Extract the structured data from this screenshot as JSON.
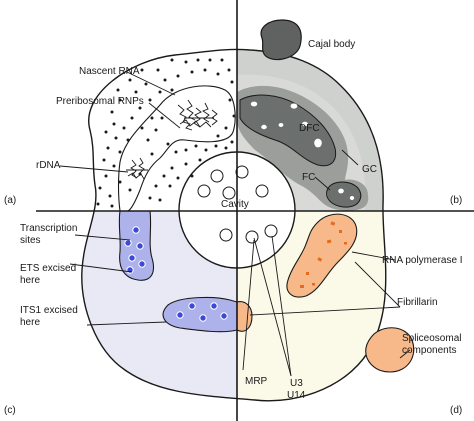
{
  "quadrants": {
    "a": "(a)",
    "b": "(b)",
    "c": "(c)",
    "d": "(d)"
  },
  "labels": {
    "cajal_body": "Cajal body",
    "nascent_rna": "Nascent RNA",
    "preribosomal_rnps": "Preribosomal RNPs",
    "rdna": "rDNA",
    "transcription_sites_1": "Transcription",
    "transcription_sites_2": "sites",
    "ets_excised_1": "ETS excised",
    "ets_excised_2": "here",
    "its1_excised_1": "ITS1 excised",
    "its1_excised_2": "here",
    "cavity": "Cavity",
    "dfc": "DFC",
    "fc": "FC",
    "gc": "GC",
    "rna_polymerase": "RNA polymerase I",
    "fibrillarin": "Fibrillarin",
    "spliceosomal_1": "Spliceosomal",
    "spliceosomal_2": "components",
    "mrp": "MRP",
    "u3": "U3",
    "u14": "U14"
  },
  "colors": {
    "quadrant_b_fill": "#cfd1cf",
    "quadrant_c_fill": "#e9e9f6",
    "quadrant_d_fill": "#fbf9e8",
    "dfc_dark": "#6b6f6d",
    "dfc_halo": "#9c9e9c",
    "cajal": "#5f6261",
    "blue_fill": "#aeb2ea",
    "blue_dot": "#3d4ad8",
    "orange_fill": "#f7b98a",
    "orange_speck": "#e86a1c"
  }
}
